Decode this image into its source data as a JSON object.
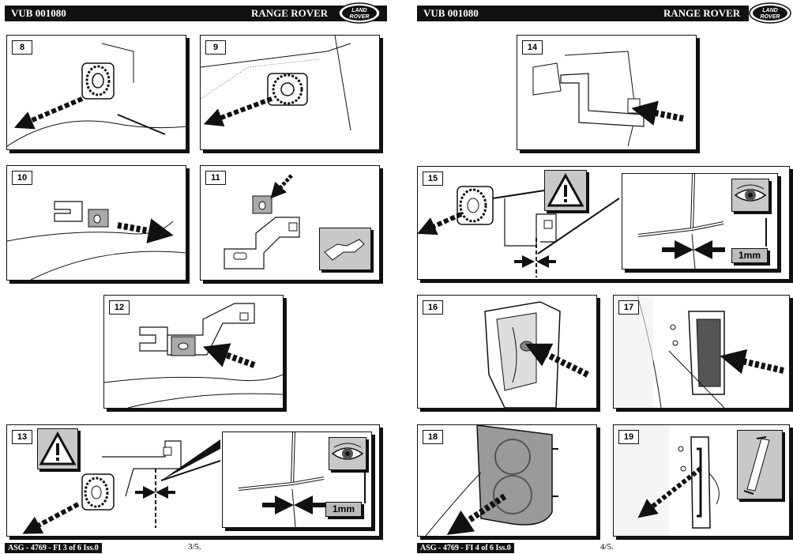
{
  "left_page": {
    "header_code": "VUB 001080",
    "header_title": "RANGE ROVER",
    "footer": "ASG - 4769 - FI 3 of 6 Iss.0",
    "page_number": "3/5."
  },
  "right_page": {
    "header_code": "VUB 001080",
    "header_title": "RANGE ROVER",
    "footer": "ASG - 4769 - FI 4 of 6 Iss.0",
    "page_number": "4/5."
  },
  "logo": {
    "line1": "LAND",
    "line2": "ROVER"
  },
  "steps": [
    "8",
    "9",
    "10",
    "11",
    "12",
    "13",
    "14",
    "15",
    "16",
    "17",
    "18",
    "19"
  ],
  "measurement": "1mm",
  "colors": {
    "ink": "#111111",
    "tile": "#c8c8c8",
    "lamp": "#9a9a9a"
  }
}
